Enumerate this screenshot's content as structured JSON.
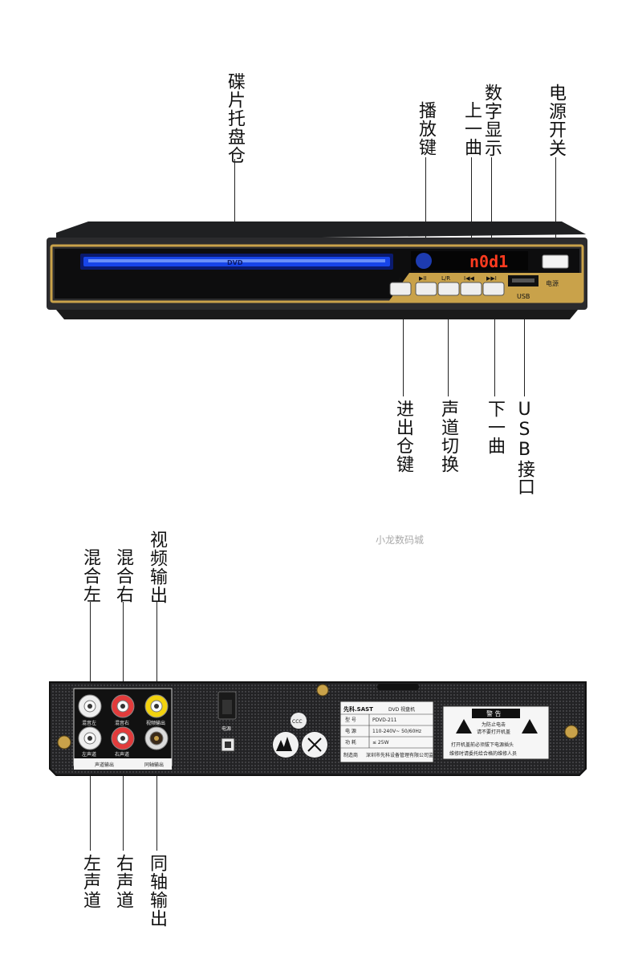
{
  "front_panel": {
    "disc_logo": "DVD",
    "display_text": "n0d1",
    "usb_label": "USB",
    "power_label": "电源",
    "button_labels": [
      "▲",
      "▶II",
      "L/R",
      "I◀◀",
      "▶▶I"
    ],
    "callouts_top": [
      {
        "id": "tray",
        "text": "碟片托盘仓"
      },
      {
        "id": "play",
        "text": "播放键"
      },
      {
        "id": "prev",
        "text": "上一曲"
      },
      {
        "id": "display",
        "text": "数字显示"
      },
      {
        "id": "power",
        "text": "电源开关"
      }
    ],
    "callouts_bottom": [
      {
        "id": "eject",
        "text": "进出仓键"
      },
      {
        "id": "channel",
        "text": "声道切换"
      },
      {
        "id": "next",
        "text": "下一曲"
      },
      {
        "id": "usb",
        "text": "USB接口"
      }
    ]
  },
  "watermark": "小龙数码城",
  "rear_panel": {
    "audio_out_label": "声道输出",
    "coax_out_label": "同轴输出",
    "jack_labels": [
      "混音左",
      "混音右",
      "视频输出",
      "左声道",
      "右声道"
    ],
    "power_switch_label": "电源",
    "nameplate": {
      "brand": "先科.SAST",
      "product": "DVD 视盘机",
      "rows": [
        {
          "key": "型 号",
          "value": "PDVD-211"
        },
        {
          "key": "电 源",
          "value": "110-240V~ 50/60Hz"
        },
        {
          "key": "功 耗",
          "value": "≤ 25W"
        },
        {
          "key": "制造商",
          "value": "深圳市先科设备管理有限公司监制"
        }
      ]
    },
    "warning": {
      "title": "警 告",
      "lines": [
        "为防止电击",
        "请不要打开机盖"
      ],
      "body": [
        "打开机盖前必须拔下电源插头",
        "维修时请委托给合格的维修人员"
      ]
    },
    "callouts_top": [
      {
        "id": "mix-left",
        "text": "混合左"
      },
      {
        "id": "mix-right",
        "text": "混合右"
      },
      {
        "id": "video-out",
        "text": "视频输出"
      }
    ],
    "callouts_bottom": [
      {
        "id": "left-channel",
        "text": "左声道"
      },
      {
        "id": "right-channel",
        "text": "右声道"
      },
      {
        "id": "coax-out",
        "text": "同轴输出"
      }
    ]
  },
  "colors": {
    "body_dark": "#2b2b2d",
    "gold": "#c9a24a",
    "tray_blue": "#1a4dff",
    "display_red": "#ff3b1f"
  }
}
